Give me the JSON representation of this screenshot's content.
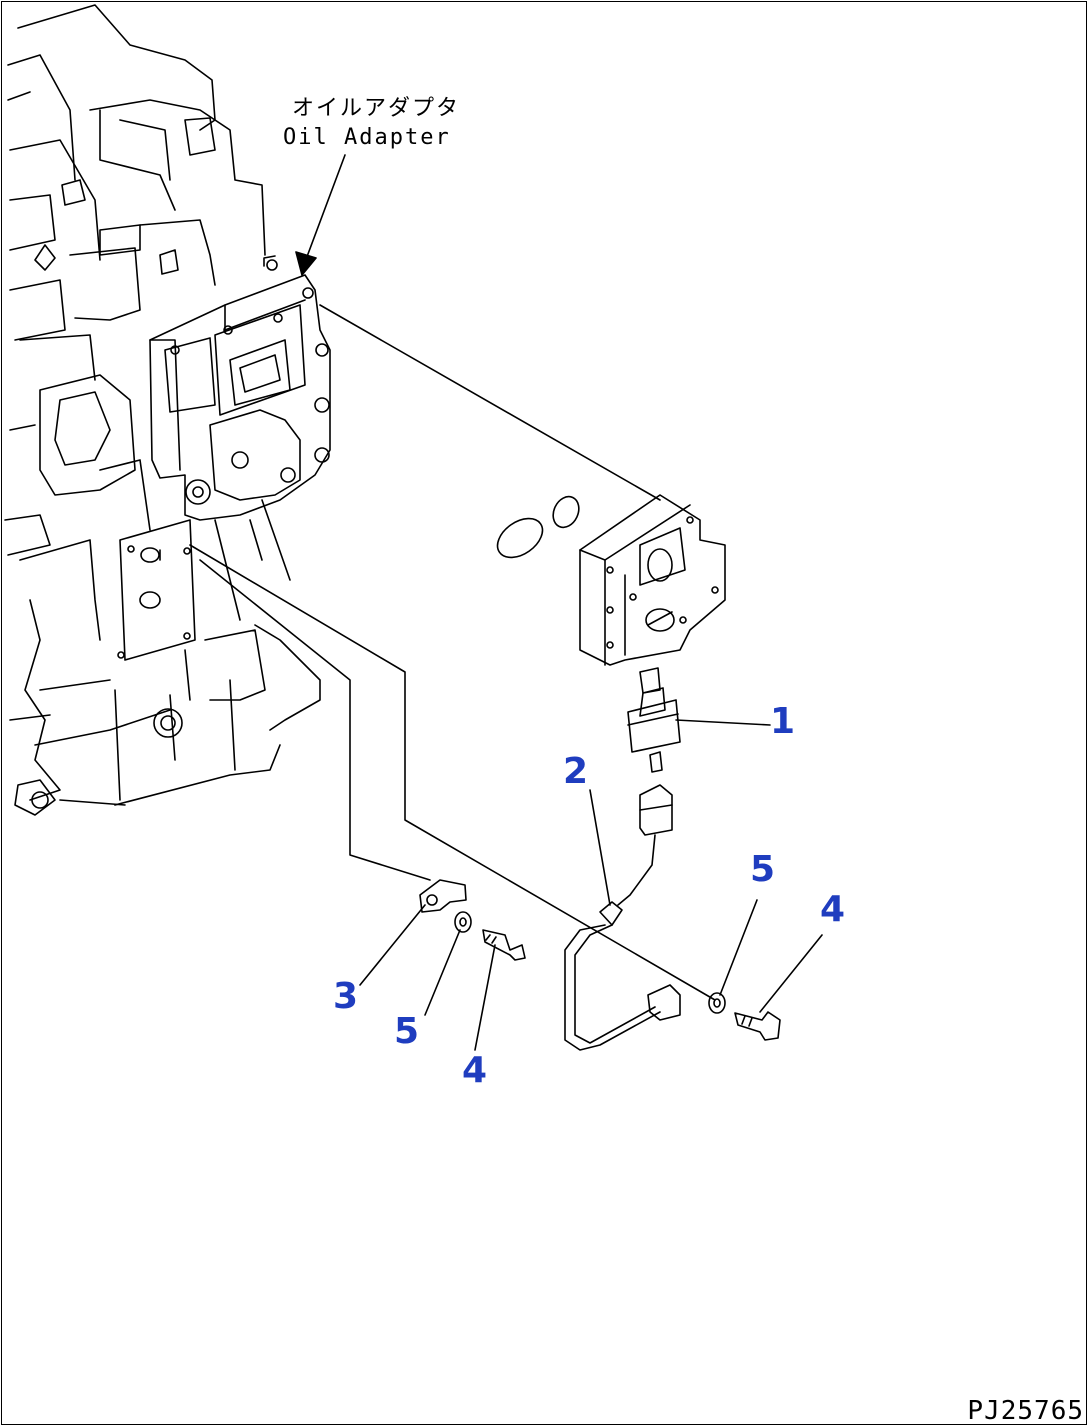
{
  "annotation": {
    "label_jp": "オイルアダプタ",
    "label_en": "Oil Adapter"
  },
  "callouts": [
    "1",
    "2",
    "3",
    "4",
    "5",
    "4",
    "5"
  ],
  "drawing_code": "PJ25765",
  "colors": {
    "line": "#000000",
    "callout": "#1f3dbf",
    "background": "#ffffff"
  }
}
